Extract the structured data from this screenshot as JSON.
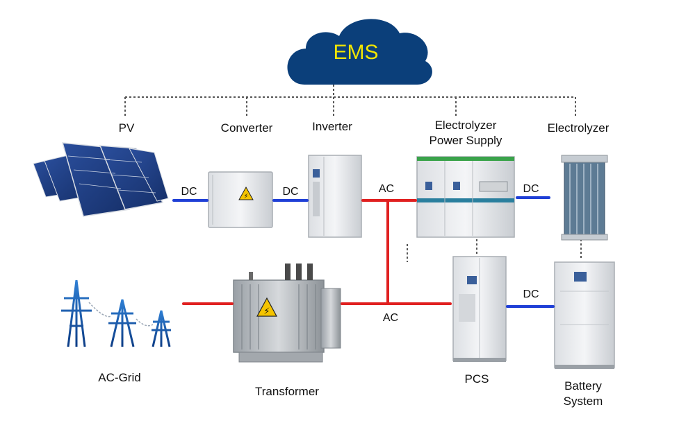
{
  "ems": {
    "label": "EMS",
    "cloud_color": "#0b3f7a",
    "text_color": "#f2e600"
  },
  "components": {
    "pv": "PV",
    "converter": "Converter",
    "inverter": "Inverter",
    "electrolyzer_power_supply": "Electrolyzer Power Supply",
    "electrolyzer": "Electrolyzer",
    "ac_grid": "AC-Grid",
    "transformer": "Transformer",
    "pcs": "PCS",
    "battery_system": "Battery System"
  },
  "connections": {
    "pv_converter": "DC",
    "converter_inverter": "DC",
    "inverter_bus": "AC",
    "eps_electrolyzer": "DC",
    "transformer_pcs": "AC",
    "pcs_battery": "DC"
  },
  "colors": {
    "dc_line": "#1f3fd6",
    "ac_line": "#e02020",
    "control_line": "#555555"
  }
}
